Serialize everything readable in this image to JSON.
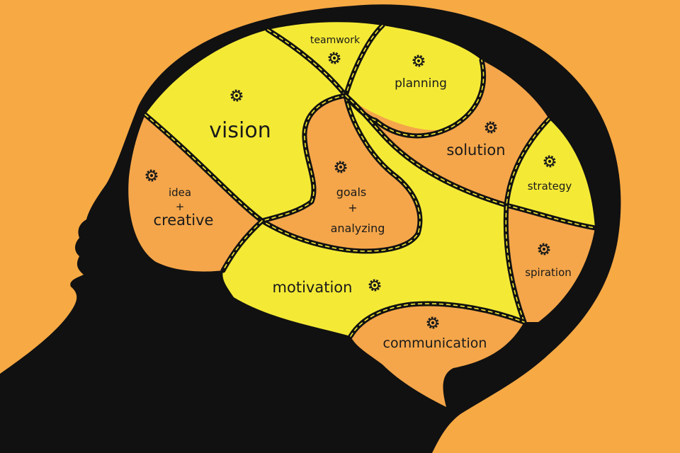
{
  "colors": {
    "background": "#f7a944",
    "head": "#111111",
    "region_yellow": "#f4ea36",
    "region_orange": "#f5a64a"
  },
  "icons": {
    "gear": "gear-icon"
  },
  "regions": {
    "teamwork": "teamwork",
    "planning": "planning",
    "vision": "vision",
    "solution": "solution",
    "strategy": "strategy",
    "idea": "idea",
    "idea_plus": "+",
    "creative": "creative",
    "goals": "goals",
    "goals_plus": "+",
    "analyzing": "analyzing",
    "spiration": "spiration",
    "motivation": "motivation",
    "communication": "communication"
  }
}
